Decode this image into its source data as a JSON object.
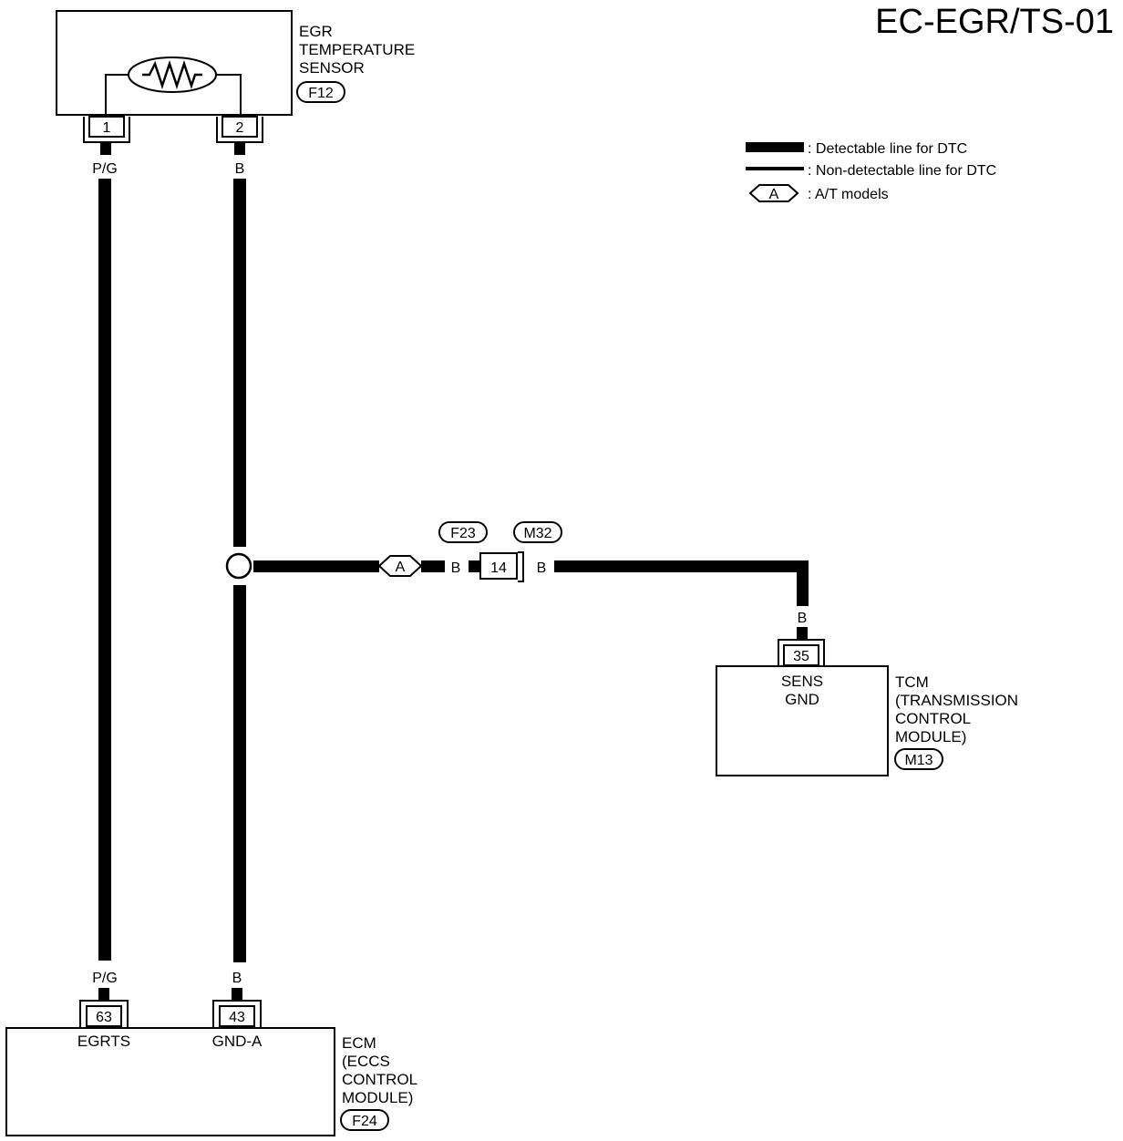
{
  "page_code": "EC-EGR/TS-01",
  "legend": {
    "detectable": ": Detectable line for DTC",
    "non_detectable": ": Non-detectable line for DTC",
    "option_code": "A",
    "option_text": ": A/T models"
  },
  "egr_sensor": {
    "name_lines": [
      "EGR",
      "TEMPERATURE",
      "SENSOR"
    ],
    "connector": "F12",
    "pins": [
      "1",
      "2"
    ]
  },
  "wires": {
    "pin1_top": "P/G",
    "pin2_top": "B",
    "pin1_bottom": "P/G",
    "pin2_bottom": "B",
    "branch_left": "B",
    "branch_right": "B",
    "tcm_drop": "B"
  },
  "junction_connector": {
    "left_code": "F23",
    "right_code": "M32",
    "pin": "14"
  },
  "option_marker": "A",
  "tcm": {
    "pin": "35",
    "terminal_lines": [
      "SENS",
      "GND"
    ],
    "name_lines": [
      "TCM",
      "(TRANSMISSION",
      "CONTROL",
      "MODULE)"
    ],
    "connector": "M13"
  },
  "ecm": {
    "pins": [
      "63",
      "43"
    ],
    "terminals": [
      "EGRTS",
      "GND-A"
    ],
    "name_lines": [
      "ECM",
      "(ECCS",
      "CONTROL",
      "MODULE)"
    ],
    "connector": "F24"
  }
}
